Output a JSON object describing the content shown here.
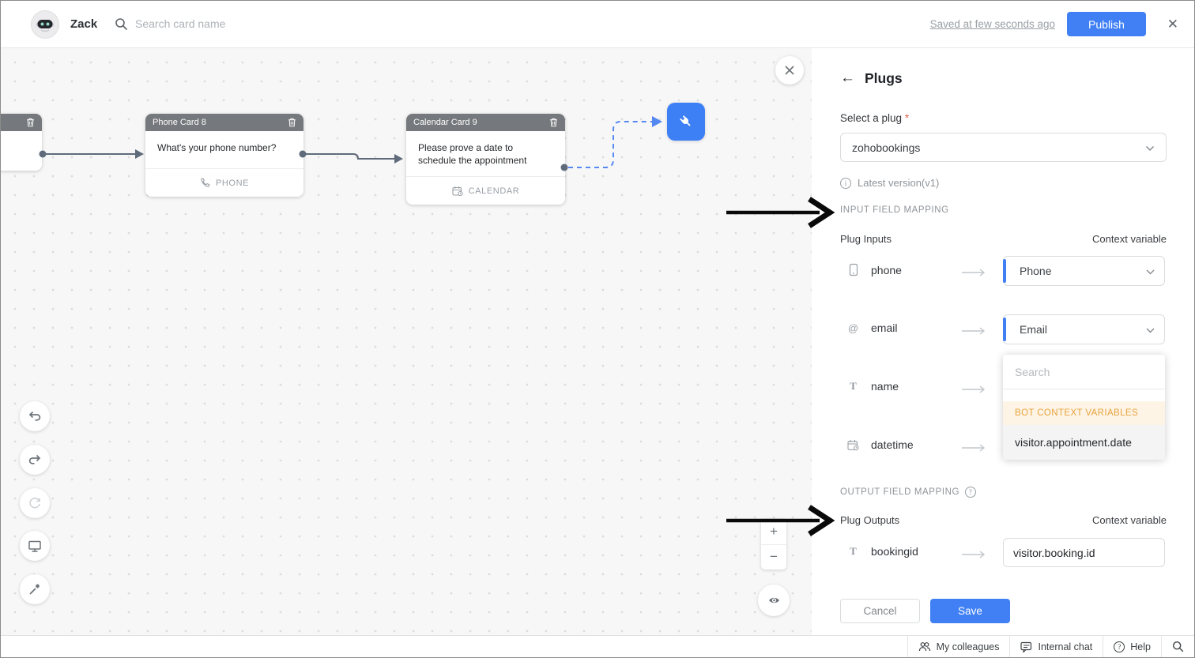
{
  "header": {
    "bot_name": "Zack",
    "search_placeholder": "Search card name",
    "saved_status": "Saved at few seconds ago",
    "publish_label": "Publish"
  },
  "canvas": {
    "phone_card": {
      "title": "Phone Card 8",
      "body": "What's your phone number?",
      "footer": "PHONE"
    },
    "calendar_card": {
      "title": "Calendar Card 9",
      "body": "Please prove a date to schedule the appointment",
      "footer": "CALENDAR"
    }
  },
  "panel": {
    "title": "Plugs",
    "select_label": "Select a plug",
    "required_mark": "*",
    "selected_plug": "zohobookings",
    "version_note": "Latest version(v1)",
    "input_section_title": "INPUT FIELD MAPPING",
    "inputs_column": "Plug Inputs",
    "context_column": "Context variable",
    "inputs": [
      {
        "name": "phone",
        "value": "Phone"
      },
      {
        "name": "email",
        "value": "Email"
      },
      {
        "name": "name",
        "value": ""
      },
      {
        "name": "datetime",
        "value": ""
      }
    ],
    "dropdown": {
      "search_placeholder": "Search",
      "group_label": "BOT CONTEXT VARIABLES",
      "options": [
        "visitor.appointment.date"
      ]
    },
    "output_section_title": "OUTPUT FIELD MAPPING",
    "outputs_column": "Plug Outputs",
    "outputs": [
      {
        "name": "bookingid",
        "value": "visitor.booking.id"
      }
    ],
    "cancel_label": "Cancel",
    "save_label": "Save"
  },
  "statusbar": {
    "items": [
      {
        "label": "My colleagues"
      },
      {
        "label": "Internal chat"
      },
      {
        "label": "Help"
      }
    ]
  },
  "icons_text": {
    "back_arrow": "←",
    "close": "✕",
    "at_sign": "@",
    "text_type": "T",
    "info": "i",
    "help_q": "?",
    "zoom_in": "+",
    "zoom_out": "−"
  },
  "colors": {
    "accent_blue": "#4080f4",
    "plug_blue": "#3d7ff5",
    "group_orange": "#e8a33d",
    "card_header_gray": "#75787c",
    "connector_slate": "#5f6b7a",
    "dashed_blue": "#5588f0"
  }
}
